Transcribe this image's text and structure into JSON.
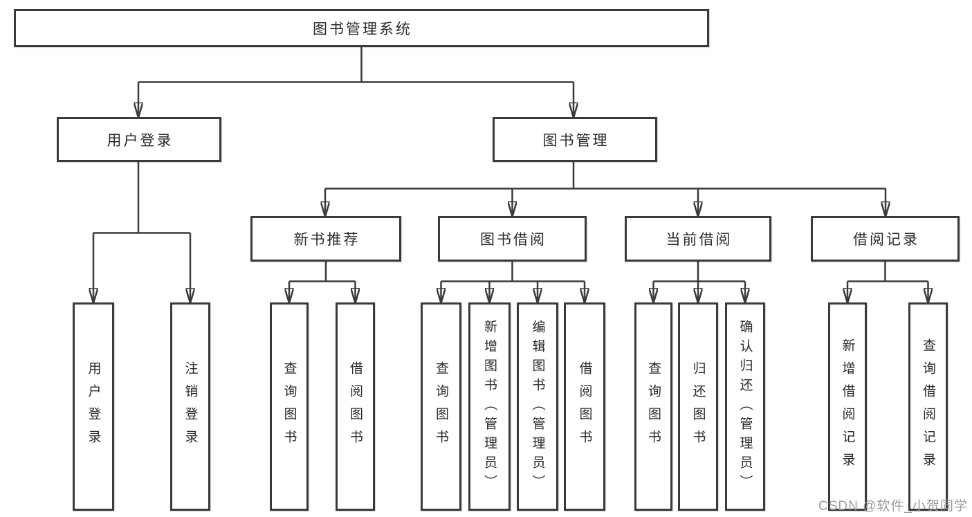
{
  "diagram_type": "hierarchy-tree",
  "colors": {
    "background": "#ffffff",
    "line": "#3a3a3a",
    "box_border": "#3a3a3a",
    "text": "#2b2b2b",
    "watermark": "#9c9c9c"
  },
  "watermark": {
    "text": "CSDN @软件_小贺同学"
  },
  "tree": {
    "root": {
      "label": "图书管理系统"
    },
    "children": [
      {
        "label": "用户登录",
        "children": [
          {
            "label": "用户登录"
          },
          {
            "label": "注销登录"
          }
        ]
      },
      {
        "label": "图书管理",
        "children": [
          {
            "label": "新书推荐",
            "children": [
              {
                "label": "查询图书"
              },
              {
                "label": "借阅图书"
              }
            ]
          },
          {
            "label": "图书借阅",
            "children": [
              {
                "label": "查询图书"
              },
              {
                "label": "新增图书（管理员）"
              },
              {
                "label": "编辑图书（管理员）"
              },
              {
                "label": "借阅图书"
              }
            ]
          },
          {
            "label": "当前借阅",
            "children": [
              {
                "label": "查询图书"
              },
              {
                "label": "归还图书"
              },
              {
                "label": "确认归还（管理员）"
              }
            ]
          },
          {
            "label": "借阅记录",
            "children": [
              {
                "label": "新增借阅记录"
              },
              {
                "label": "查询借阅记录"
              }
            ]
          }
        ]
      }
    ]
  }
}
